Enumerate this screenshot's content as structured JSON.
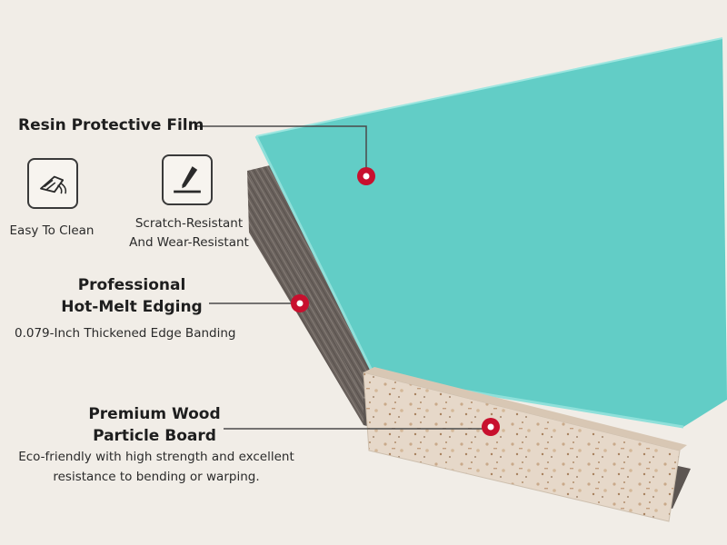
{
  "layers": {
    "film": {
      "title": "Resin Protective Film"
    },
    "edging": {
      "title_line1": "Professional",
      "title_line2": "Hot-Melt Edging",
      "description": "0.079-Inch Thickened Edge Banding"
    },
    "board": {
      "title_line1": "Premium Wood",
      "title_line2": "Particle Board",
      "description_line1": "Eco-friendly with high strength and excellent",
      "description_line2": "resistance to bending or warping."
    }
  },
  "features": [
    {
      "icon": "hand-wiping-icon",
      "caption_line1": "Easy To Clean",
      "caption_line2": ""
    },
    {
      "icon": "scratch-tool-icon",
      "caption_line1": "Scratch-Resistant",
      "caption_line2": "And Wear-Resistant"
    }
  ],
  "colors": {
    "background": "#f1ede7",
    "film": "#62cdc6",
    "film_edge": "#8fe0da",
    "edging": "#6a625d",
    "board": "#e6d8c9",
    "marker": "#c8102e",
    "leader": "#4a4a4a"
  }
}
